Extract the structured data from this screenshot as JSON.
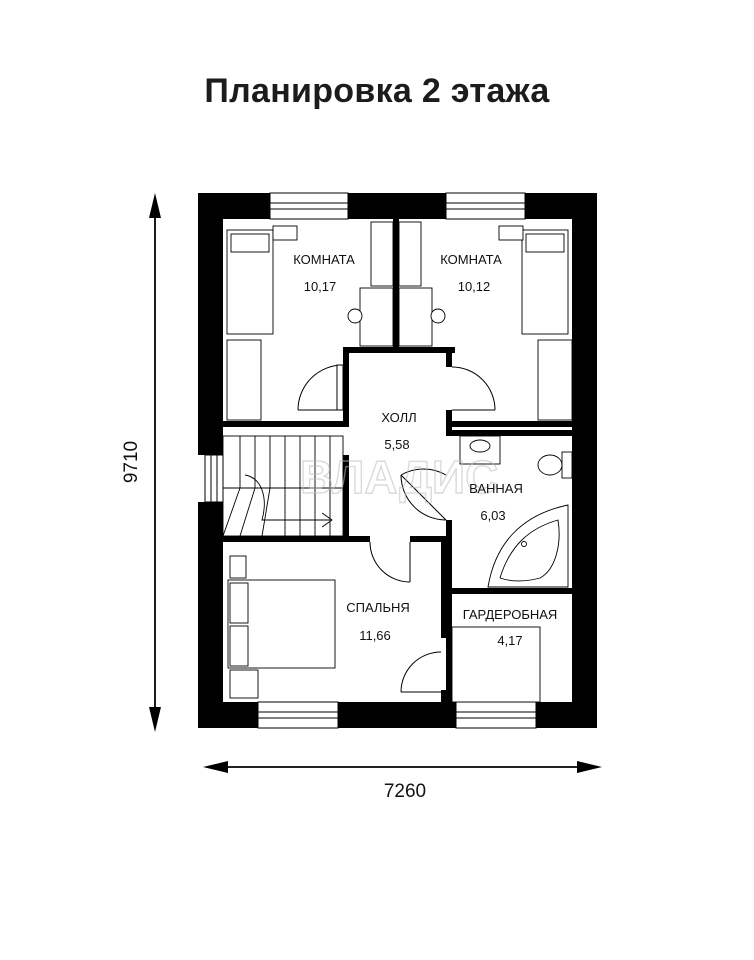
{
  "title": "Планировка 2 этажа",
  "dimensions": {
    "width": "7260",
    "height": "9710"
  },
  "rooms": [
    {
      "name": "КОМНАТА",
      "area": "10,17"
    },
    {
      "name": "КОМНАТА",
      "area": "10,12"
    },
    {
      "name": "ХОЛЛ",
      "area": "5,58"
    },
    {
      "name": "ВАННАЯ",
      "area": "6,03"
    },
    {
      "name": "СПАЛЬНЯ",
      "area": "11,66"
    },
    {
      "name": "ГАРДЕРОБНАЯ",
      "area": "4,17"
    }
  ],
  "watermark": "ВЛАДИС"
}
